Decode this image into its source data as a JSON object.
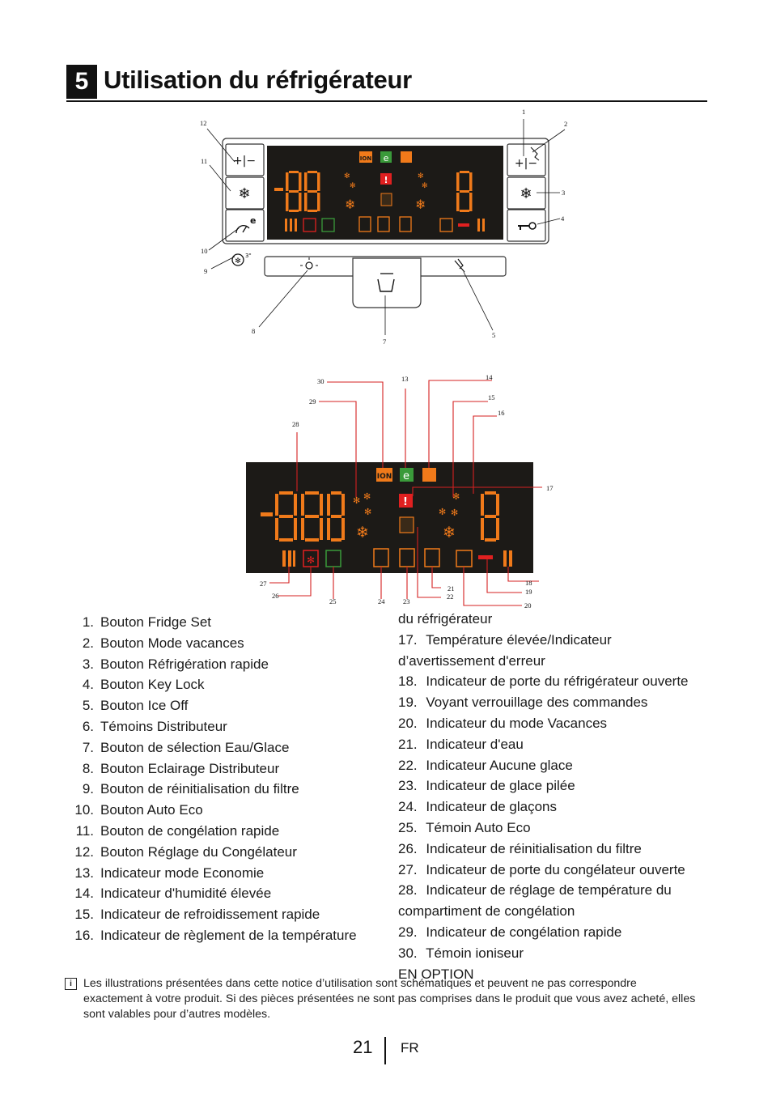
{
  "header": {
    "chapter_number": "5",
    "title": "Utilisation du réfrigérateur"
  },
  "figure_top": {
    "callouts": [
      "1",
      "2",
      "3",
      "4",
      "5",
      "7",
      "8",
      "9",
      "10",
      "11",
      "12"
    ],
    "buttons": {
      "freezer_set": "+|−",
      "fridge_set": "+|−",
      "filter_reset": "3\""
    },
    "display": {
      "freezer_digits": "-88",
      "fridge_digits": "8",
      "ion": "ION",
      "eco": "e",
      "alert": "!"
    }
  },
  "figure_bottom": {
    "callouts": [
      "13",
      "14",
      "15",
      "16",
      "17",
      "18",
      "19",
      "20",
      "21",
      "22",
      "23",
      "24",
      "25",
      "26",
      "27",
      "28",
      "29",
      "30"
    ],
    "display": {
      "freezer_digits": "-88",
      "fridge_digits": "8",
      "ion": "ION",
      "eco": "e",
      "alert": "!"
    }
  },
  "legend_left": [
    {
      "num": "1.",
      "text": "Bouton Fridge Set"
    },
    {
      "num": "2.",
      "text": "Bouton Mode vacances"
    },
    {
      "num": "3.",
      "text": "Bouton Réfrigération rapide"
    },
    {
      "num": "4.",
      "text": "Bouton Key Lock"
    },
    {
      "num": "5.",
      "text": "Bouton Ice Off"
    },
    {
      "num": "6.",
      "text": "Témoins Distributeur"
    },
    {
      "num": "7.",
      "text": "Bouton de sélection Eau/Glace"
    },
    {
      "num": "8.",
      "text": "Bouton Eclairage Distributeur"
    },
    {
      "num": "9.",
      "text": "Bouton de réinitialisation du filtre"
    },
    {
      "num": "10.",
      "text": "Bouton Auto Eco"
    },
    {
      "num": "11.",
      "text": "Bouton de congélation rapide"
    },
    {
      "num": "12.",
      "text": "Bouton Réglage du Congélateur"
    },
    {
      "num": "13.",
      "text": "Indicateur mode Economie"
    },
    {
      "num": "14.",
      "text": "Indicateur d'humidité élevée"
    },
    {
      "num": "15.",
      "text": "Indicateur de refroidissement rapide"
    },
    {
      "num": "16.",
      "text": "Indicateur de règlement de la température"
    }
  ],
  "legend_right_continuation": "du réfrigérateur",
  "legend_right": [
    {
      "num": "17.",
      "text": "Température élevée/Indicateur d’avertissement d'erreur"
    },
    {
      "num": "18.",
      "text": "Indicateur de porte du réfrigérateur ouverte"
    },
    {
      "num": "19.",
      "text": "Voyant verrouillage des commandes"
    },
    {
      "num": "20.",
      "text": "Indicateur du mode Vacances"
    },
    {
      "num": "21.",
      "text": "Indicateur d'eau"
    },
    {
      "num": "22.",
      "text": "Indicateur Aucune glace"
    },
    {
      "num": "23.",
      "text": "Indicateur de glace pilée"
    },
    {
      "num": "24.",
      "text": "Indicateur de glaçons"
    },
    {
      "num": "25.",
      "text": "Témoin Auto Eco"
    },
    {
      "num": "26.",
      "text": "Indicateur de réinitialisation du filtre"
    },
    {
      "num": "27.",
      "text": "Indicateur de porte du congélateur ouverte"
    },
    {
      "num": "28.",
      "text": "Indicateur de réglage de température du compartiment de congélation"
    },
    {
      "num": "29.",
      "text": "Indicateur de congélation rapide"
    },
    {
      "num": "30.",
      "text": "Témoin ioniseur"
    }
  ],
  "legend_option": "EN OPTION",
  "note": {
    "icon": "info-icon",
    "text": "Les illustrations présentées dans cette notice d’utilisation sont schématiques et peuvent ne pas correspondre exactement à votre produit. Si des pièces présentées ne sont pas comprises dans le produit que vous avez acheté, elles sont valables pour d’autres modèles."
  },
  "footer": {
    "page_number": "21",
    "language": "FR"
  },
  "colors": {
    "display_bg": "#1c1a17",
    "segment_orange": "#f07a1a",
    "segment_dim": "#5a3a1c",
    "eco_green": "#3a9a3a",
    "alert_red": "#e02020",
    "leader_red": "#d42020"
  }
}
